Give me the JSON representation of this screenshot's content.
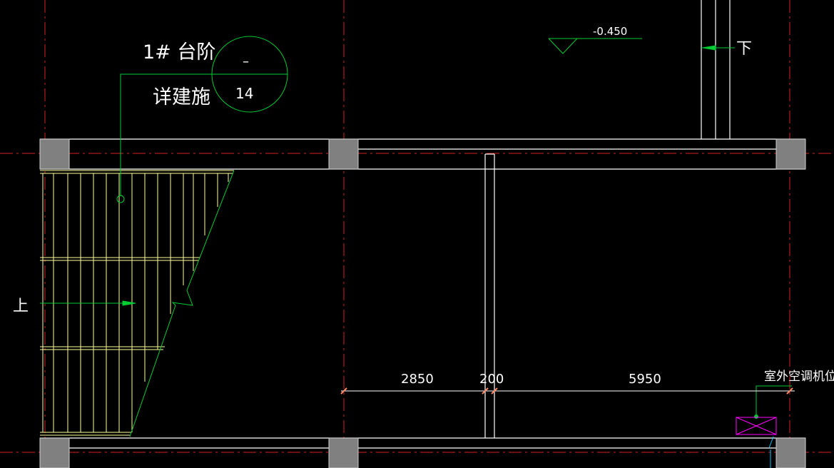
{
  "drawing": {
    "stair_label": "1# 台阶",
    "detail_ref_label": "详建施",
    "detail_symbol_top": "–",
    "detail_symbol_bottom": "14",
    "elevation_value": "-0.450",
    "down_label": "下",
    "up_label": "上",
    "ac_label": "室外空调机位",
    "dimensions": [
      "2850",
      "200",
      "5950"
    ]
  },
  "colors": {
    "background": "#000000",
    "wall": "#ffffff",
    "axis": "#d42020",
    "annotation": "#00cc33",
    "stair": "#ffff99",
    "column": "#808080",
    "dimension_tick": "#ff8a6a",
    "ac_unit": "#ff00ff",
    "pipe": "#00ccff"
  }
}
